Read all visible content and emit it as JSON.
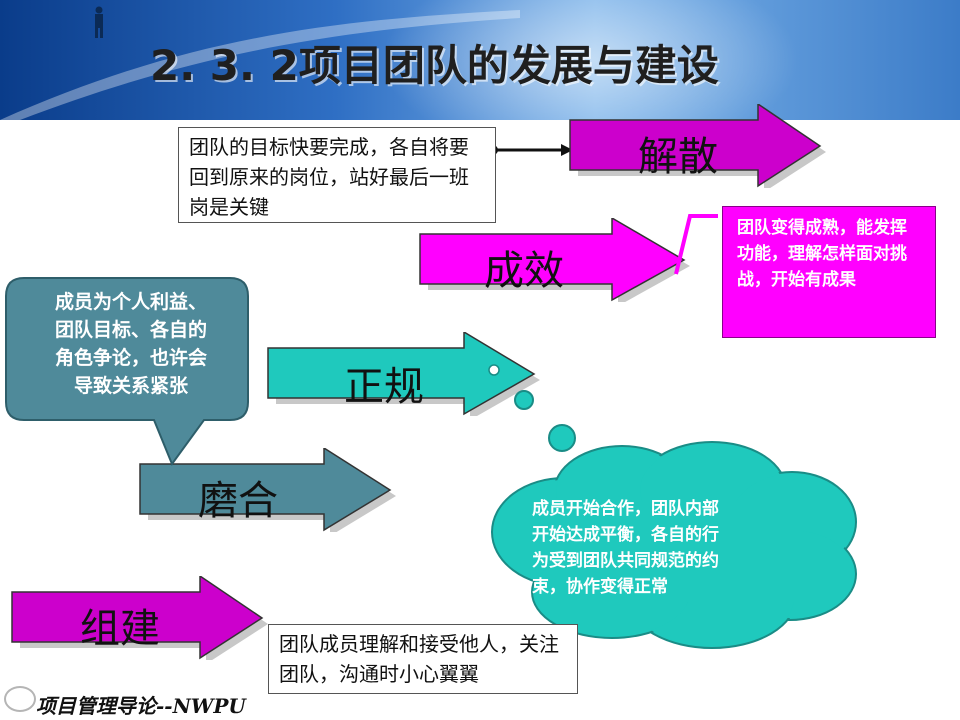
{
  "title": "2. 3. 2项目团队的发展与建设",
  "stages": [
    {
      "key": "dissolve",
      "label": "解散",
      "color": "#cc00cc"
    },
    {
      "key": "performing",
      "label": "成效",
      "color": "#ff00ff"
    },
    {
      "key": "norming",
      "label": "正规",
      "color": "#1fc9bd"
    },
    {
      "key": "storming",
      "label": "磨合",
      "color": "#4f8a9a"
    },
    {
      "key": "forming",
      "label": "组建",
      "color": "#cc00cc"
    }
  ],
  "notes": {
    "dissolve": "团队的目标快要完成，各自将要回到原来的岗位，站好最后一班岗是关键",
    "performing": "团队变得成熟，能发挥功能，理解怎样面对挑战，开始有成果",
    "norming": "成员开始合作，团队内部\n开始达成平衡，各自的行\n为受到团队共同规范的约\n束，协作变得正常",
    "storming": "成员为个人利益、\n团队目标、各自的\n角色争论，也许会\n导致关系紧张",
    "forming": "团队成员理解和接受他人，关注团队，沟通时小心翼翼"
  },
  "footer": "项目管理导论--NWPU"
}
